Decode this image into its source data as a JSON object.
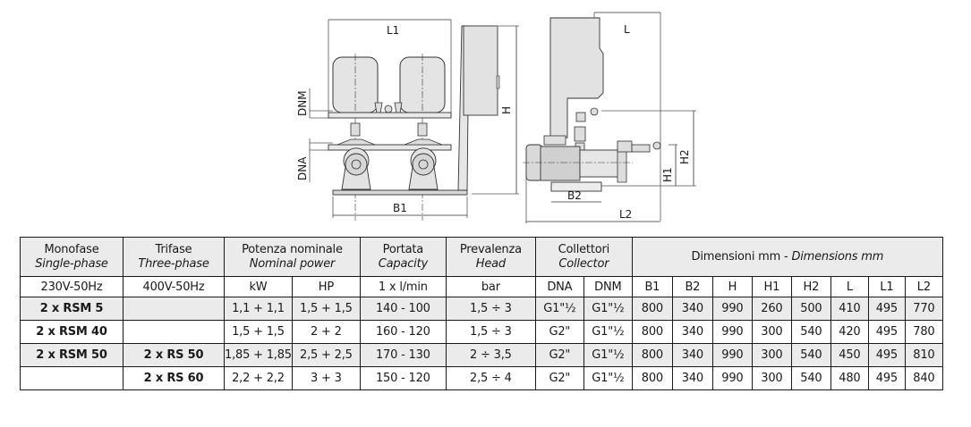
{
  "drawings": {
    "front_view": {
      "labels": {
        "L1": "L1",
        "H": "H",
        "B1": "B1",
        "DNM": "DNM",
        "DNA": "DNA"
      }
    },
    "side_view": {
      "labels": {
        "L": "L",
        "H1": "H1",
        "H2": "H2",
        "B2": "B2",
        "L2": "L2"
      }
    }
  },
  "table": {
    "header": {
      "monofase": {
        "it": "Monofase",
        "en": "Single-phase"
      },
      "trifase": {
        "it": "Trifase",
        "en": "Three-phase"
      },
      "potenza": {
        "it": "Potenza nominale",
        "en": "Nominal power"
      },
      "portata": {
        "it": "Portata",
        "en": "Capacity"
      },
      "prevalenza": {
        "it": "Prevalenza",
        "en": "Head"
      },
      "collettori": {
        "it": "Collettori",
        "en": "Collector"
      },
      "dimensioni": {
        "it": "Dimensioni mm - ",
        "en": "Dimensions mm"
      }
    },
    "units": [
      "230V-50Hz",
      "400V-50Hz",
      "kW",
      "HP",
      "1 x l/min",
      "bar",
      "DNA",
      "DNM",
      "B1",
      "B2",
      "H",
      "H1",
      "H2",
      "L",
      "L1",
      "L2"
    ],
    "rows": [
      [
        "2 x RSM 5",
        "",
        "1,1 + 1,1",
        "1,5 + 1,5",
        "140 - 100",
        "1,5 ÷ 3",
        "G1\"½",
        "G1\"½",
        "800",
        "340",
        "990",
        "260",
        "500",
        "410",
        "495",
        "770"
      ],
      [
        "2 x RSM 40",
        "",
        "1,5 + 1,5",
        "2 + 2",
        "160 - 120",
        "1,5 ÷ 3",
        "G2\"",
        "G1\"½",
        "800",
        "340",
        "990",
        "300",
        "540",
        "420",
        "495",
        "780"
      ],
      [
        "2 x RSM 50",
        "2 x RS 50",
        "1,85 + 1,85",
        "2,5 + 2,5",
        "170 - 130",
        "2 ÷ 3,5",
        "G2\"",
        "G1\"½",
        "800",
        "340",
        "990",
        "300",
        "540",
        "450",
        "495",
        "810"
      ],
      [
        "",
        "2 x RS 60",
        "2,2 + 2,2",
        "3 + 3",
        "150 - 120",
        "2,5 ÷ 4",
        "G2\"",
        "G1\"½",
        "800",
        "340",
        "990",
        "300",
        "540",
        "480",
        "495",
        "840"
      ]
    ]
  }
}
